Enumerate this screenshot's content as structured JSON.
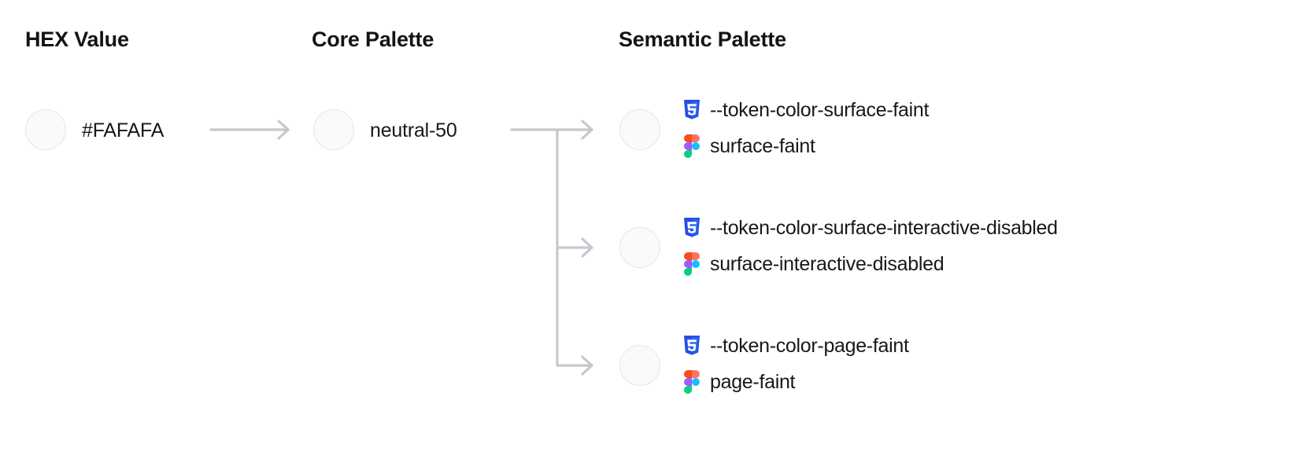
{
  "columns": {
    "hex": {
      "heading": "HEX Value"
    },
    "core": {
      "heading": "Core Palette"
    },
    "semantic": {
      "heading": "Semantic Palette"
    }
  },
  "hex_value": {
    "label": "#FAFAFA",
    "swatch_color": "#FAFAFA"
  },
  "core_value": {
    "label": "neutral-50",
    "swatch_color": "#FAFAFA"
  },
  "semantic_tokens": [
    {
      "swatch_color": "#FAFAFA",
      "css_icon": "css3-icon",
      "css_token": "--token-color-surface-faint",
      "figma_icon": "figma-icon",
      "figma_token": "surface-faint"
    },
    {
      "swatch_color": "#FAFAFA",
      "css_icon": "css3-icon",
      "css_token": "--token-color-surface-interactive-disabled",
      "figma_icon": "figma-icon",
      "figma_token": "surface-interactive-disabled"
    },
    {
      "swatch_color": "#FAFAFA",
      "css_icon": "css3-icon",
      "css_token": "--token-color-page-faint",
      "figma_icon": "figma-icon",
      "figma_token": "page-faint"
    }
  ],
  "connectors": {
    "hex_to_core": "arrow-right",
    "core_to_semantic": "branching-arrow-right"
  },
  "colors": {
    "connector": "#C5C8CE",
    "swatch_border": "#E6E6E9",
    "text": "#18181B",
    "css_blue": "#264DE4",
    "css_blue_light": "#2965F1",
    "figma_orange": "#F24E1E",
    "figma_purple": "#A259FF",
    "figma_cyan": "#1ABCFE",
    "figma_green": "#0ACF83"
  }
}
